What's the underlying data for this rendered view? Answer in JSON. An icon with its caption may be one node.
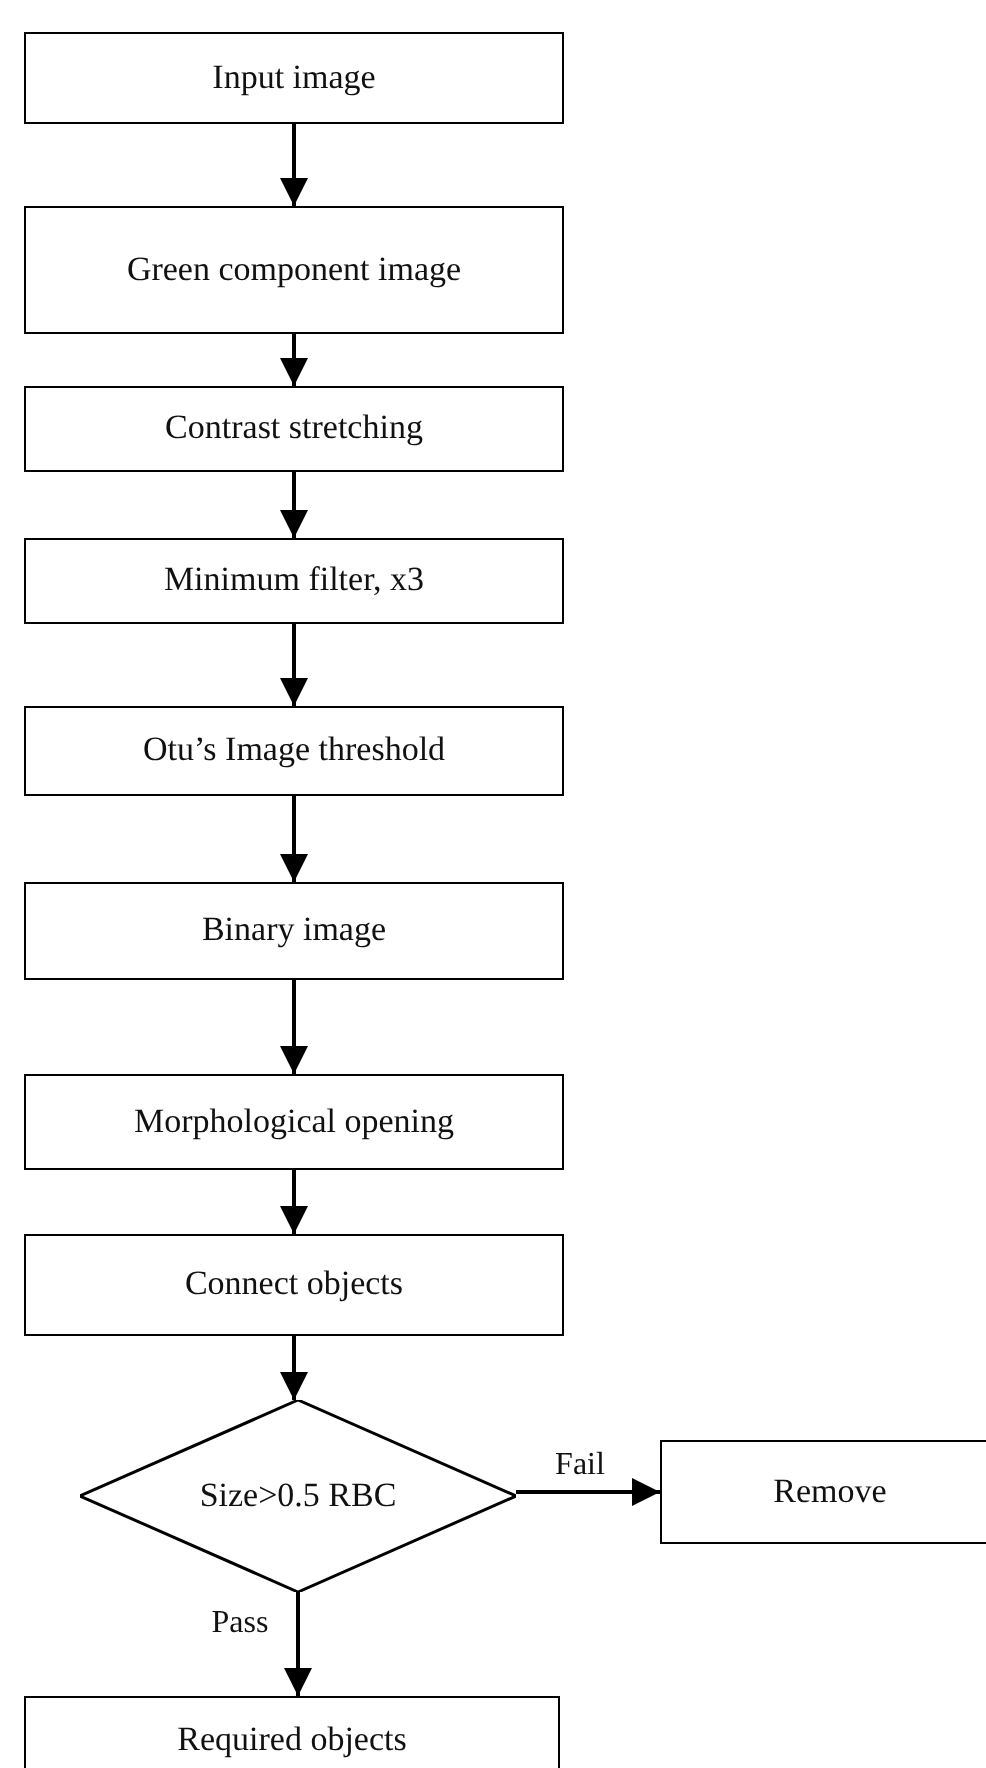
{
  "diagram": {
    "nodes": [
      {
        "text": [
          "Input image"
        ]
      },
      {
        "text": [
          "Green component image"
        ]
      },
      {
        "text": [
          "Contrast stretching"
        ]
      },
      {
        "text": [
          "Minimum filter, x3"
        ]
      },
      {
        "text": [
          "Otu’s Image threshold"
        ]
      },
      {
        "text": [
          "Binary image"
        ]
      },
      {
        "text": [
          "Morphological opening"
        ]
      },
      {
        "text": [
          "Connect objects"
        ]
      },
      {
        "text": [
          "Size>0.5 RBC"
        ]
      },
      {
        "text": [
          "Remove"
        ]
      },
      {
        "text": [
          "Required objects"
        ]
      }
    ],
    "edges": [
      {
        "from": 0,
        "to": 1,
        "arrow": "to"
      },
      {
        "from": 1,
        "to": 2,
        "arrow": "to"
      },
      {
        "from": 2,
        "to": 3,
        "arrow": "to"
      },
      {
        "from": 3,
        "to": 4,
        "arrow": "to"
      },
      {
        "from": 4,
        "to": 5,
        "arrow": "to"
      },
      {
        "from": 5,
        "to": 6,
        "arrow": "to"
      },
      {
        "from": 6,
        "to": 7,
        "arrow": "to"
      },
      {
        "from": 7,
        "to": 8,
        "arrow": "to"
      },
      {
        "from": 8,
        "to": 9,
        "arrow": "to",
        "label": "Fail"
      },
      {
        "from": 8,
        "to": 10,
        "arrow": "to",
        "label": "Pass"
      }
    ]
  }
}
